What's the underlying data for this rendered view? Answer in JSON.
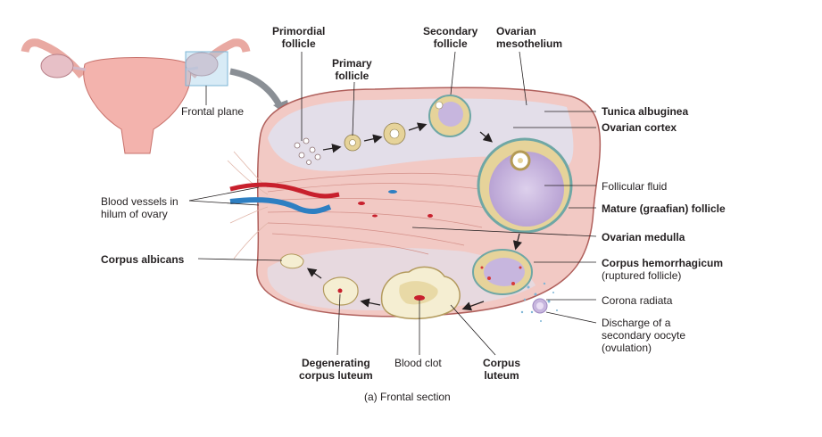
{
  "labels": {
    "primordial_follicle": [
      "Primordial",
      "follicle"
    ],
    "primary_follicle": [
      "Primary",
      "follicle"
    ],
    "secondary_follicle": [
      "Secondary",
      "follicle"
    ],
    "ovarian_mesothelium": [
      "Ovarian",
      "mesothelium"
    ],
    "frontal_plane": "Frontal plane",
    "tunica_albuginea": "Tunica albuginea",
    "ovarian_cortex": "Ovarian cortex",
    "follicular_fluid": "Follicular fluid",
    "mature_follicle": "Mature (graafian) follicle",
    "ovarian_medulla": "Ovarian medulla",
    "corpus_hemorrhagicum": "Corpus hemorrhagicum",
    "ruptured_follicle": "(ruptured follicle)",
    "corona_radiata": "Corona radiata",
    "discharge": [
      "Discharge of a",
      "secondary oocyte",
      "(ovulation)"
    ],
    "blood_vessels": [
      "Blood vessels in",
      "hilum of ovary"
    ],
    "corpus_albicans": "Corpus albicans",
    "degenerating_corpus_luteum": [
      "Degenerating",
      "corpus luteum"
    ],
    "blood_clot": "Blood clot",
    "corpus_luteum": [
      "Corpus",
      "luteum"
    ],
    "caption": "(a) Frontal section"
  },
  "colors": {
    "ovary_tissue": "#f2c9c4",
    "cortex": "#dfe4f2",
    "follicular_fluid": "#c7b6de",
    "granulosa": "#e6d39a",
    "artery": "#c8202d",
    "vein": "#2e7fc2",
    "uterus": "#f3b3ad",
    "outline": "#b0605c",
    "text": "#231f20"
  }
}
